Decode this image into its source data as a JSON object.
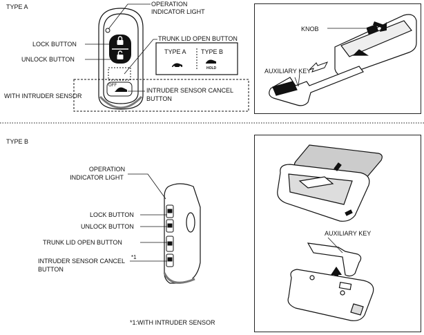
{
  "type_a": {
    "title": "TYPE A",
    "operation_indicator": [
      "OPERATION",
      "INDICATOR LIGHT"
    ],
    "lock_button": "LOCK BUTTON",
    "unlock_button": "UNLOCK BUTTON",
    "trunk_lid_open_button": "TRUNK LID OPEN BUTTON",
    "inset_type_a": "TYPE A",
    "inset_type_b": "TYPE B",
    "hold_text": "HOLD",
    "off_text": "OFF",
    "with_intruder_sensor": "WITH INTRUDER SENSOR",
    "intruder_cancel": [
      "INTRUDER SENSOR CANCEL",
      "BUTTON"
    ],
    "knob": "KNOB",
    "auxiliary_key": "AUXILIARY KEY"
  },
  "type_b": {
    "title": "TYPE B",
    "operation_indicator": [
      "OPERATION",
      "INDICATOR LIGHT"
    ],
    "lock_button": "LOCK BUTTON",
    "unlock_button": "UNLOCK BUTTON",
    "trunk_lid_open_button": "TRUNK LID OPEN BUTTON",
    "intruder_cancel": [
      "INTRUDER SENSOR CANCEL",
      "BUTTON"
    ],
    "note_marker": "*1",
    "footnote": "*1:WITH INTRUDER SENSOR",
    "auxiliary_key": "AUXILIARY KEY"
  }
}
